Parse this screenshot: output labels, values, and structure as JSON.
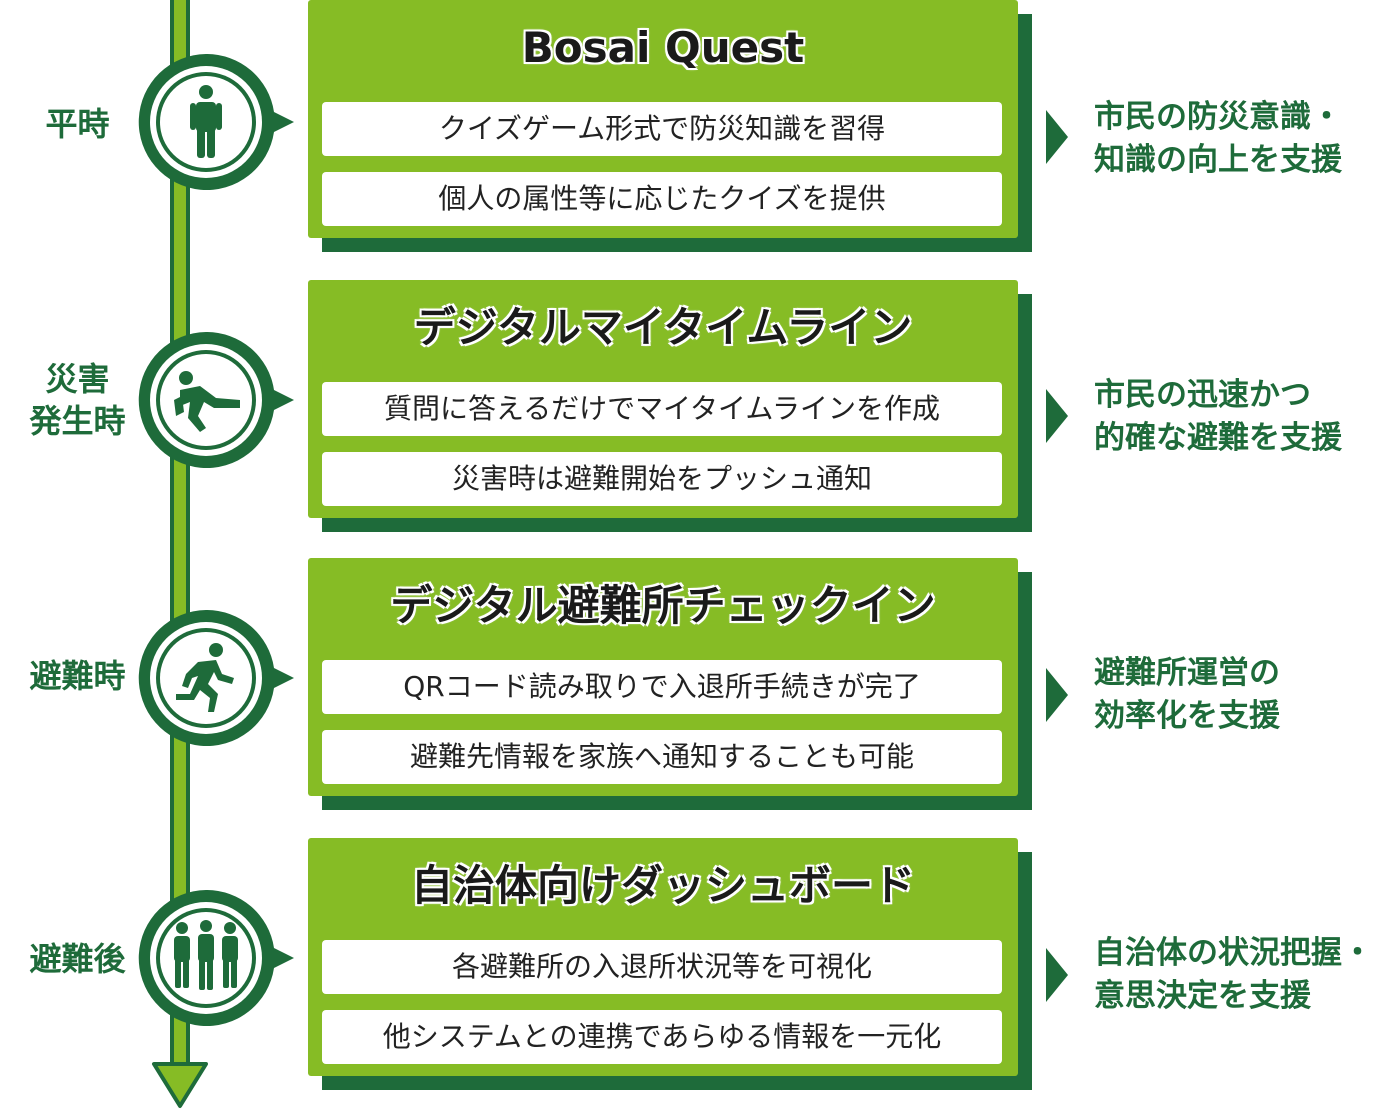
{
  "colors": {
    "dark_green": "#1e6b3a",
    "light_green": "#86bc25",
    "white": "#ffffff",
    "text": "#222222"
  },
  "phases": [
    {
      "label_lines": [
        "平時"
      ],
      "icon": "standing-person-icon",
      "title": "Bosai Quest",
      "bullets": [
        "クイズゲーム形式で防災知識を習得",
        "個人の属性等に応じたクイズを提供"
      ],
      "result_lines": [
        "市民の防災意識・",
        "知識の向上を支援"
      ]
    },
    {
      "label_lines": [
        "災害",
        "発生時"
      ],
      "icon": "falling-person-icon",
      "title": "デジタルマイタイムライン",
      "bullets": [
        "質問に答えるだけでマイタイムラインを作成",
        "災害時は避難開始をプッシュ通知"
      ],
      "result_lines": [
        "市民の迅速かつ",
        "的確な避難を支援"
      ]
    },
    {
      "label_lines": [
        "避難時"
      ],
      "icon": "running-person-icon",
      "title": "デジタル避難所チェックイン",
      "bullets": [
        "QRコード読み取りで入退所手続きが完了",
        "避難先情報を家族へ通知することも可能"
      ],
      "result_lines": [
        "避難所運営の",
        "効率化を支援"
      ]
    },
    {
      "label_lines": [
        "避難後"
      ],
      "icon": "group-of-people-icon",
      "title": "自治体向けダッシュボード",
      "bullets": [
        "各避難所の入退所状況等を可視化",
        "他システムとの連携であらゆる情報を一元化"
      ],
      "result_lines": [
        "自治体の状況把握・",
        "意思決定を支援"
      ]
    }
  ]
}
